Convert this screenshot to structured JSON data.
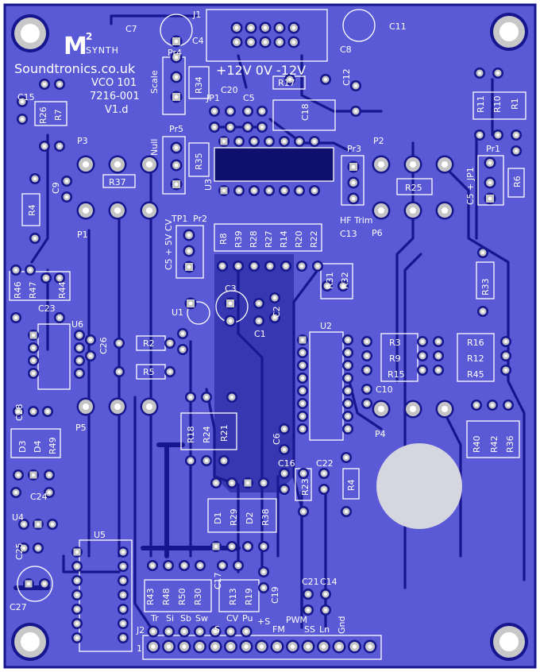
{
  "board": {
    "brand_logo": "M2 SYNTH",
    "website": "Soundtronics.co.uk",
    "model": "VCO 101",
    "part_number": "7216-001",
    "version": "V1.d",
    "power_label": "+12V  0V  -12V",
    "colors": {
      "board": "#5a5ad6",
      "trace": "#16168e",
      "pad": "#c4c4c4",
      "silk": "#ffffff"
    }
  },
  "labels": {
    "J1": "J1",
    "C7": "C7",
    "C4": "C4",
    "Pr4": "Pr4",
    "R34": "R34",
    "Scale": "Scale",
    "R17": "R17",
    "C12": "C12",
    "C11": "C11",
    "C8": "C8",
    "C15": "C15",
    "R26": "R26",
    "R7": "R7",
    "JP1": "JP1",
    "C20": "C20",
    "C5": "C5",
    "C18": "C18",
    "R11": "R11",
    "R10": "R10",
    "R1": "R1",
    "P3": "P3",
    "Null": "Null",
    "Pr5": "Pr5",
    "R35": "R35",
    "U3": "U3",
    "Pr3": "Pr3",
    "P2": "P2",
    "Pr1": "Pr1",
    "C5JP1": "C5 + JP1",
    "R6": "R6",
    "C9": "C9",
    "R37": "R37",
    "R4a": "R4",
    "R25": "R25",
    "HFTrim": "HF Trim",
    "P6": "P6",
    "C13": "C13",
    "P1": "P1",
    "TP1": "TP1",
    "Pr2": "Pr2",
    "C5CV": "C5 + 5V CV",
    "R8": "R8",
    "R39": "R39",
    "R28": "R28",
    "R27": "R27",
    "R14": "R14",
    "R20": "R20",
    "R22": "R22",
    "R46": "R46",
    "R47": "R47",
    "R44": "R44",
    "C23": "C23",
    "U6": "U6",
    "C26": "C26",
    "C3": "C3",
    "U1": "U1",
    "C2": "C2",
    "C1": "C1",
    "R31": "R31",
    "R32": "R32",
    "R33": "R33",
    "R2": "R2",
    "R5": "R5",
    "U2": "U2",
    "R3": "R3",
    "R9": "R9",
    "R15": "R15",
    "R16": "R16",
    "R12": "R12",
    "R45": "R45",
    "C10": "C10",
    "C28": "C28",
    "P5": "P5",
    "R18": "R18",
    "R24": "R24",
    "R21": "R21",
    "C6": "C6",
    "P4": "P4",
    "R40": "R40",
    "R42": "R42",
    "R36": "R36",
    "D3": "D3",
    "D4": "D4",
    "R49": "R49",
    "C16": "C16",
    "C22": "C22",
    "R23": "R23",
    "R41": "R4",
    "C24": "C24",
    "U4": "U4",
    "D1": "D1",
    "R29": "R29",
    "D2": "D2",
    "R38": "R38",
    "C25": "C25",
    "U5": "U5",
    "C17": "C17",
    "C27": "C27",
    "R43": "R43",
    "R48": "R48",
    "R50": "R50",
    "R30": "R30",
    "R13": "R13",
    "R19": "R19",
    "C19": "C19",
    "C21": "C21",
    "C14": "C14"
  },
  "connector_j2": {
    "name": "J2",
    "pin1": "1",
    "signals": [
      "Tr",
      "Si",
      "Sb",
      "Sw",
      "-S",
      "CV",
      "Pu",
      "+S",
      "FM",
      "PWM",
      "SS",
      "Ln",
      "Gnd"
    ]
  }
}
